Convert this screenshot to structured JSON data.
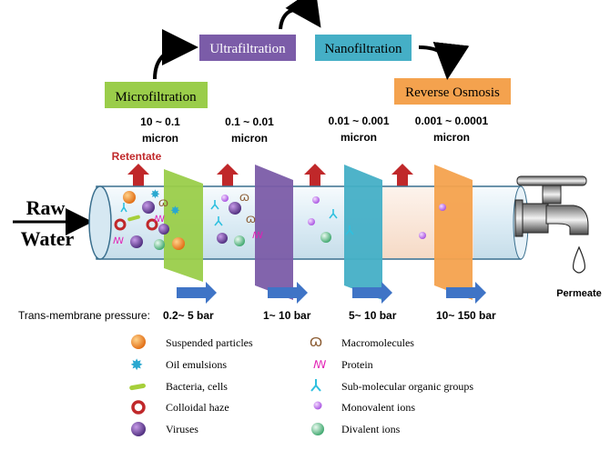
{
  "stages": [
    {
      "label": "Microfiltration",
      "range_top": "10 ~ 0.1",
      "range_unit": "micron",
      "pressure": "0.2~ 5 bar",
      "color": "#9acd4a"
    },
    {
      "label": "Ultrafiltration",
      "range_top": "0.1 ~ 0.01",
      "range_unit": "micron",
      "pressure": "1~ 10 bar",
      "color": "#7b5ca8"
    },
    {
      "label": "Nanofiltration",
      "range_top": "0.01 ~ 0.001",
      "range_unit": "micron",
      "pressure": "5~ 10 bar",
      "color": "#45afc6"
    },
    {
      "label": "Reverse Osmosis",
      "range_top": "0.001 ~ 0.0001",
      "range_unit": "micron",
      "pressure": "10~ 150 bar",
      "color": "#f4a24e"
    }
  ],
  "inlet": {
    "line1": "Raw",
    "line2": "Water"
  },
  "retentate_label": "Retentate",
  "permeate_label": "Permeate",
  "pressure_label": "Trans-membrane pressure:",
  "legend_left": [
    {
      "icon": "suspended-particle-icon",
      "label": "Suspended particles"
    },
    {
      "icon": "oil-emulsion-icon",
      "label": "Oil emulsions"
    },
    {
      "icon": "bacteria-icon",
      "label": "Bacteria, cells"
    },
    {
      "icon": "colloidal-haze-icon",
      "label": "Colloidal haze"
    },
    {
      "icon": "virus-icon",
      "label": "Viruses"
    }
  ],
  "legend_right": [
    {
      "icon": "macromolecule-icon",
      "label": "Macromolecules"
    },
    {
      "icon": "protein-icon",
      "label": "Protein"
    },
    {
      "icon": "organic-group-icon",
      "label": "Sub-molecular organic groups"
    },
    {
      "icon": "monovalent-ion-icon",
      "label": "Monovalent ions"
    },
    {
      "icon": "divalent-ion-icon",
      "label": "Divalent ions"
    }
  ],
  "colors": {
    "retentate_arrow": "#c0282a",
    "pressure_arrow": "#3f74c6",
    "pipe_fill": "#dfeef6",
    "pipe_stroke": "#3a6f8e"
  }
}
